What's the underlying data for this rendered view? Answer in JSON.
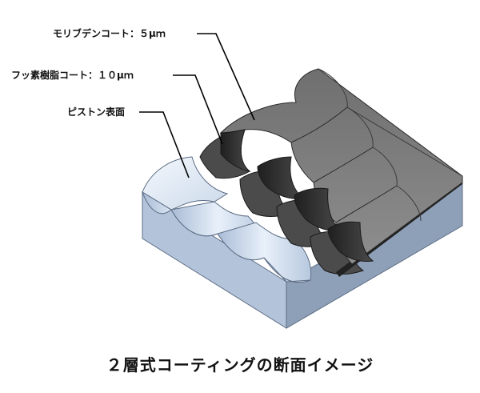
{
  "labels": {
    "moly": "モリブデンコート：５μｍ",
    "fluoro": "フッ素樹脂コート：１０μｍ",
    "piston": "ピストン表面"
  },
  "caption": "２層式コーティングの断面イメージ",
  "colors": {
    "piston_top": "#dfe9f6",
    "piston_side": "#9fb2cc",
    "fluoro": "#555555",
    "moly_top": "#8c8c8c",
    "moly_dark": "#2e2e2e",
    "leader": "#000000"
  }
}
